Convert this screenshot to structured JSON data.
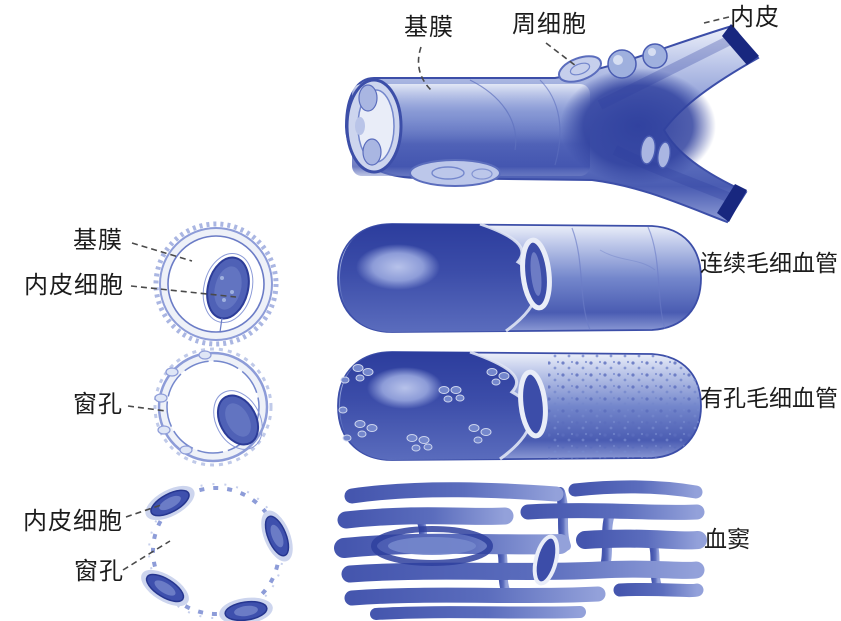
{
  "figure": {
    "description": "毛细血管类型结构模式图",
    "colors": {
      "background": "#ffffff",
      "ink_dark": "#2c3c98",
      "ink_mid": "#5b6dbd",
      "ink_light": "#c6cfec",
      "label_text": "#1c1c1c",
      "leader_line": "#4a4a4a"
    },
    "annotations": [
      {
        "id": "basement-membrane-top",
        "text": "基膜"
      },
      {
        "id": "pericyte-top",
        "text": "周细胞"
      },
      {
        "id": "endothelium-top",
        "text": "内皮"
      },
      {
        "id": "basement-membrane-cs1",
        "text": "基膜"
      },
      {
        "id": "endothelial-cell-cs1",
        "text": "内皮细胞"
      },
      {
        "id": "fenestra-cs2",
        "text": "窗孔"
      },
      {
        "id": "endothelial-cell-cs3",
        "text": "内皮细胞"
      },
      {
        "id": "fenestra-cs3",
        "text": "窗孔"
      }
    ],
    "captions": [
      {
        "id": "continuous-capillary",
        "text": "连续毛细血管"
      },
      {
        "id": "fenestrated-capillary",
        "text": "有孔毛细血管"
      },
      {
        "id": "sinusoid",
        "text": "血窦"
      }
    ]
  }
}
